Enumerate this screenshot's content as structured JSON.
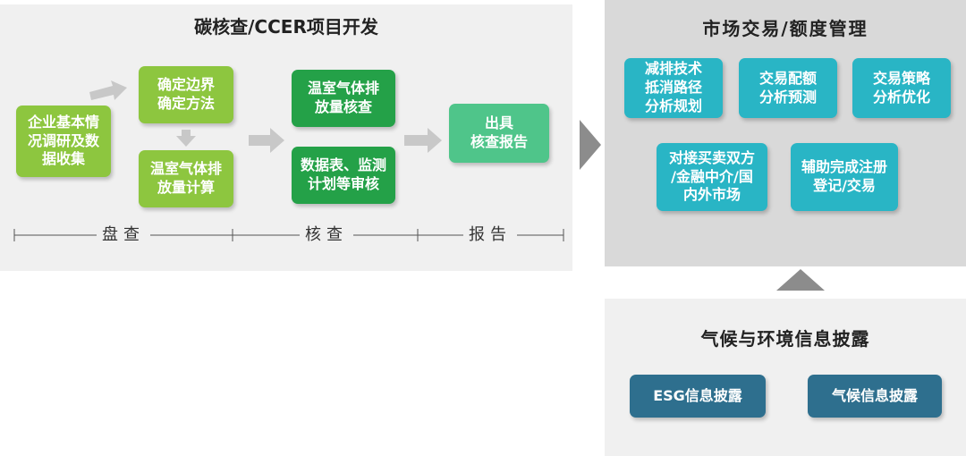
{
  "left_panel": {
    "title": "碳核查/CCER项目开发",
    "steps": {
      "research": "企业基本情\n况调研及数\n据收集",
      "boundary": "确定边界\n确定方法",
      "calc": "温室气体排\n放量计算",
      "verify": "温室气体排\n放量核查",
      "review": "数据表、监测\n计划等审核",
      "report": "出具\n核查报告"
    },
    "phases": [
      "盘查",
      "核查",
      "报告"
    ]
  },
  "right_panel": {
    "title": "市场交易/额度管理",
    "boxes": [
      "减排技术\n抵消路径\n分析规划",
      "交易配额\n分析预测",
      "交易策略\n分析优化",
      "对接买卖双方\n/金融中介/国\n内外市场",
      "辅助完成注册\n登记/交易"
    ]
  },
  "bottom_panel": {
    "title": "气候与环境信息披露",
    "boxes": [
      "ESG信息披露",
      "气候信息披露"
    ]
  },
  "colors": {
    "light_green": "#8dc63f",
    "dark_green": "#24a148",
    "mint_green": "#4fc58a",
    "teal": "#29b5c5",
    "navy": "#2e6f8e",
    "gray_arrow": "#c8c8c8",
    "dark_gray_arrow": "#8c8c8c"
  }
}
